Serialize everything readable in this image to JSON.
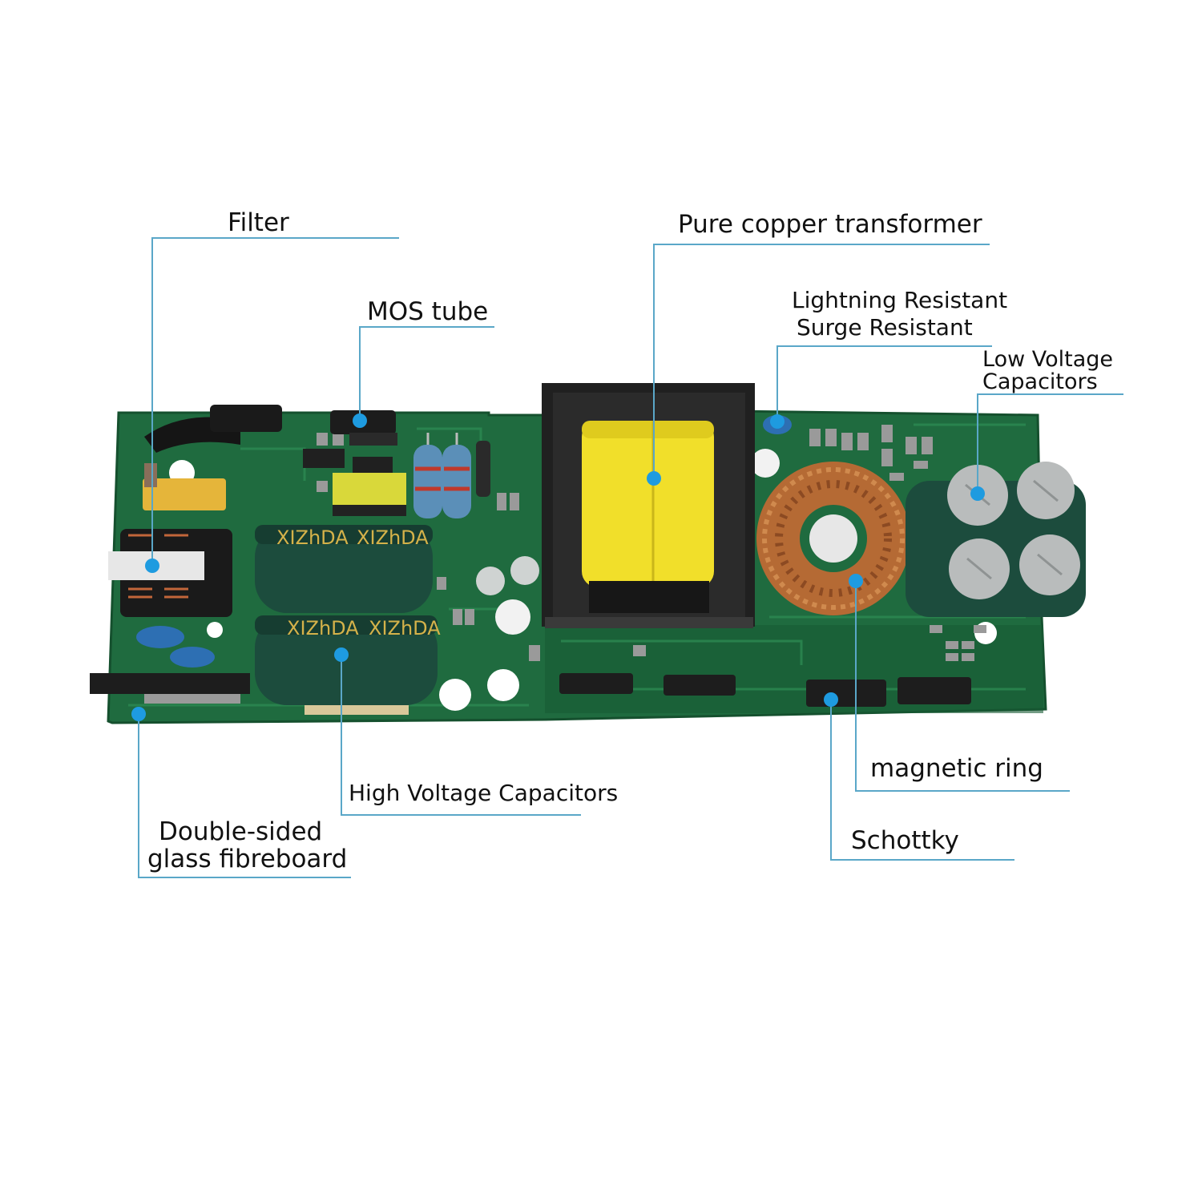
{
  "labels": {
    "filter": "Filter",
    "mos_tube": "MOS tube",
    "transformer": "Pure copper transformer",
    "lightning_1": "Lightning Resistant",
    "lightning_2": "Surge Resistant",
    "low_voltage_1": "Low Voltage",
    "low_voltage_2": "Capacitors",
    "magnetic_ring": "magnetic ring",
    "high_voltage": "High Voltage Capacitors",
    "schottky": "Schottky",
    "fibreboard_1": "Double-sided",
    "fibreboard_2": "glass fibreboard"
  },
  "capacitor_print": "XIZhDA",
  "colors": {
    "pcb": "#1f6b3f",
    "leader_line": "#5aa7c8",
    "marker_dot": "#1e9be0",
    "label_text": "#111111"
  }
}
